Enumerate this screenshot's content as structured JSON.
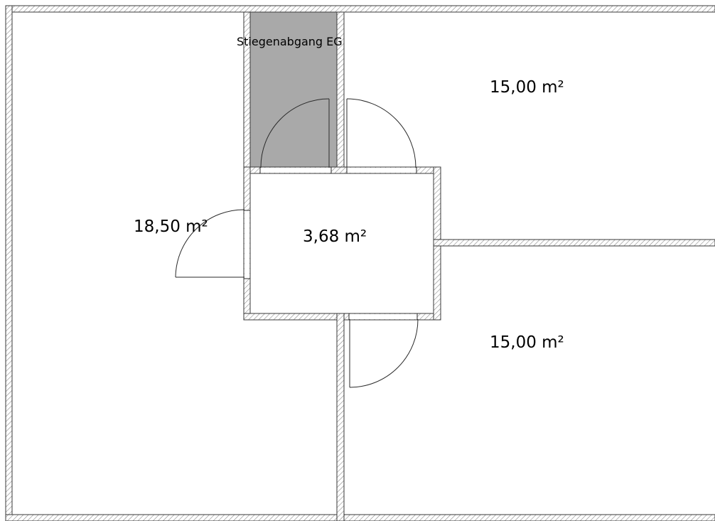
{
  "plan": {
    "stair_label": "Stiegenabgang EG",
    "rooms": {
      "left_room_area": "18,50 m²",
      "hall_area": "3,68 m²",
      "top_right_room_area": "15,00 m²",
      "bottom_right_room_area": "15,00 m²"
    },
    "colors": {
      "wall_hatch": "#8a8a8a",
      "wall_outline": "#3a3a3a",
      "stair_fill": "#a9a9a9",
      "background": "#ffffff"
    }
  }
}
